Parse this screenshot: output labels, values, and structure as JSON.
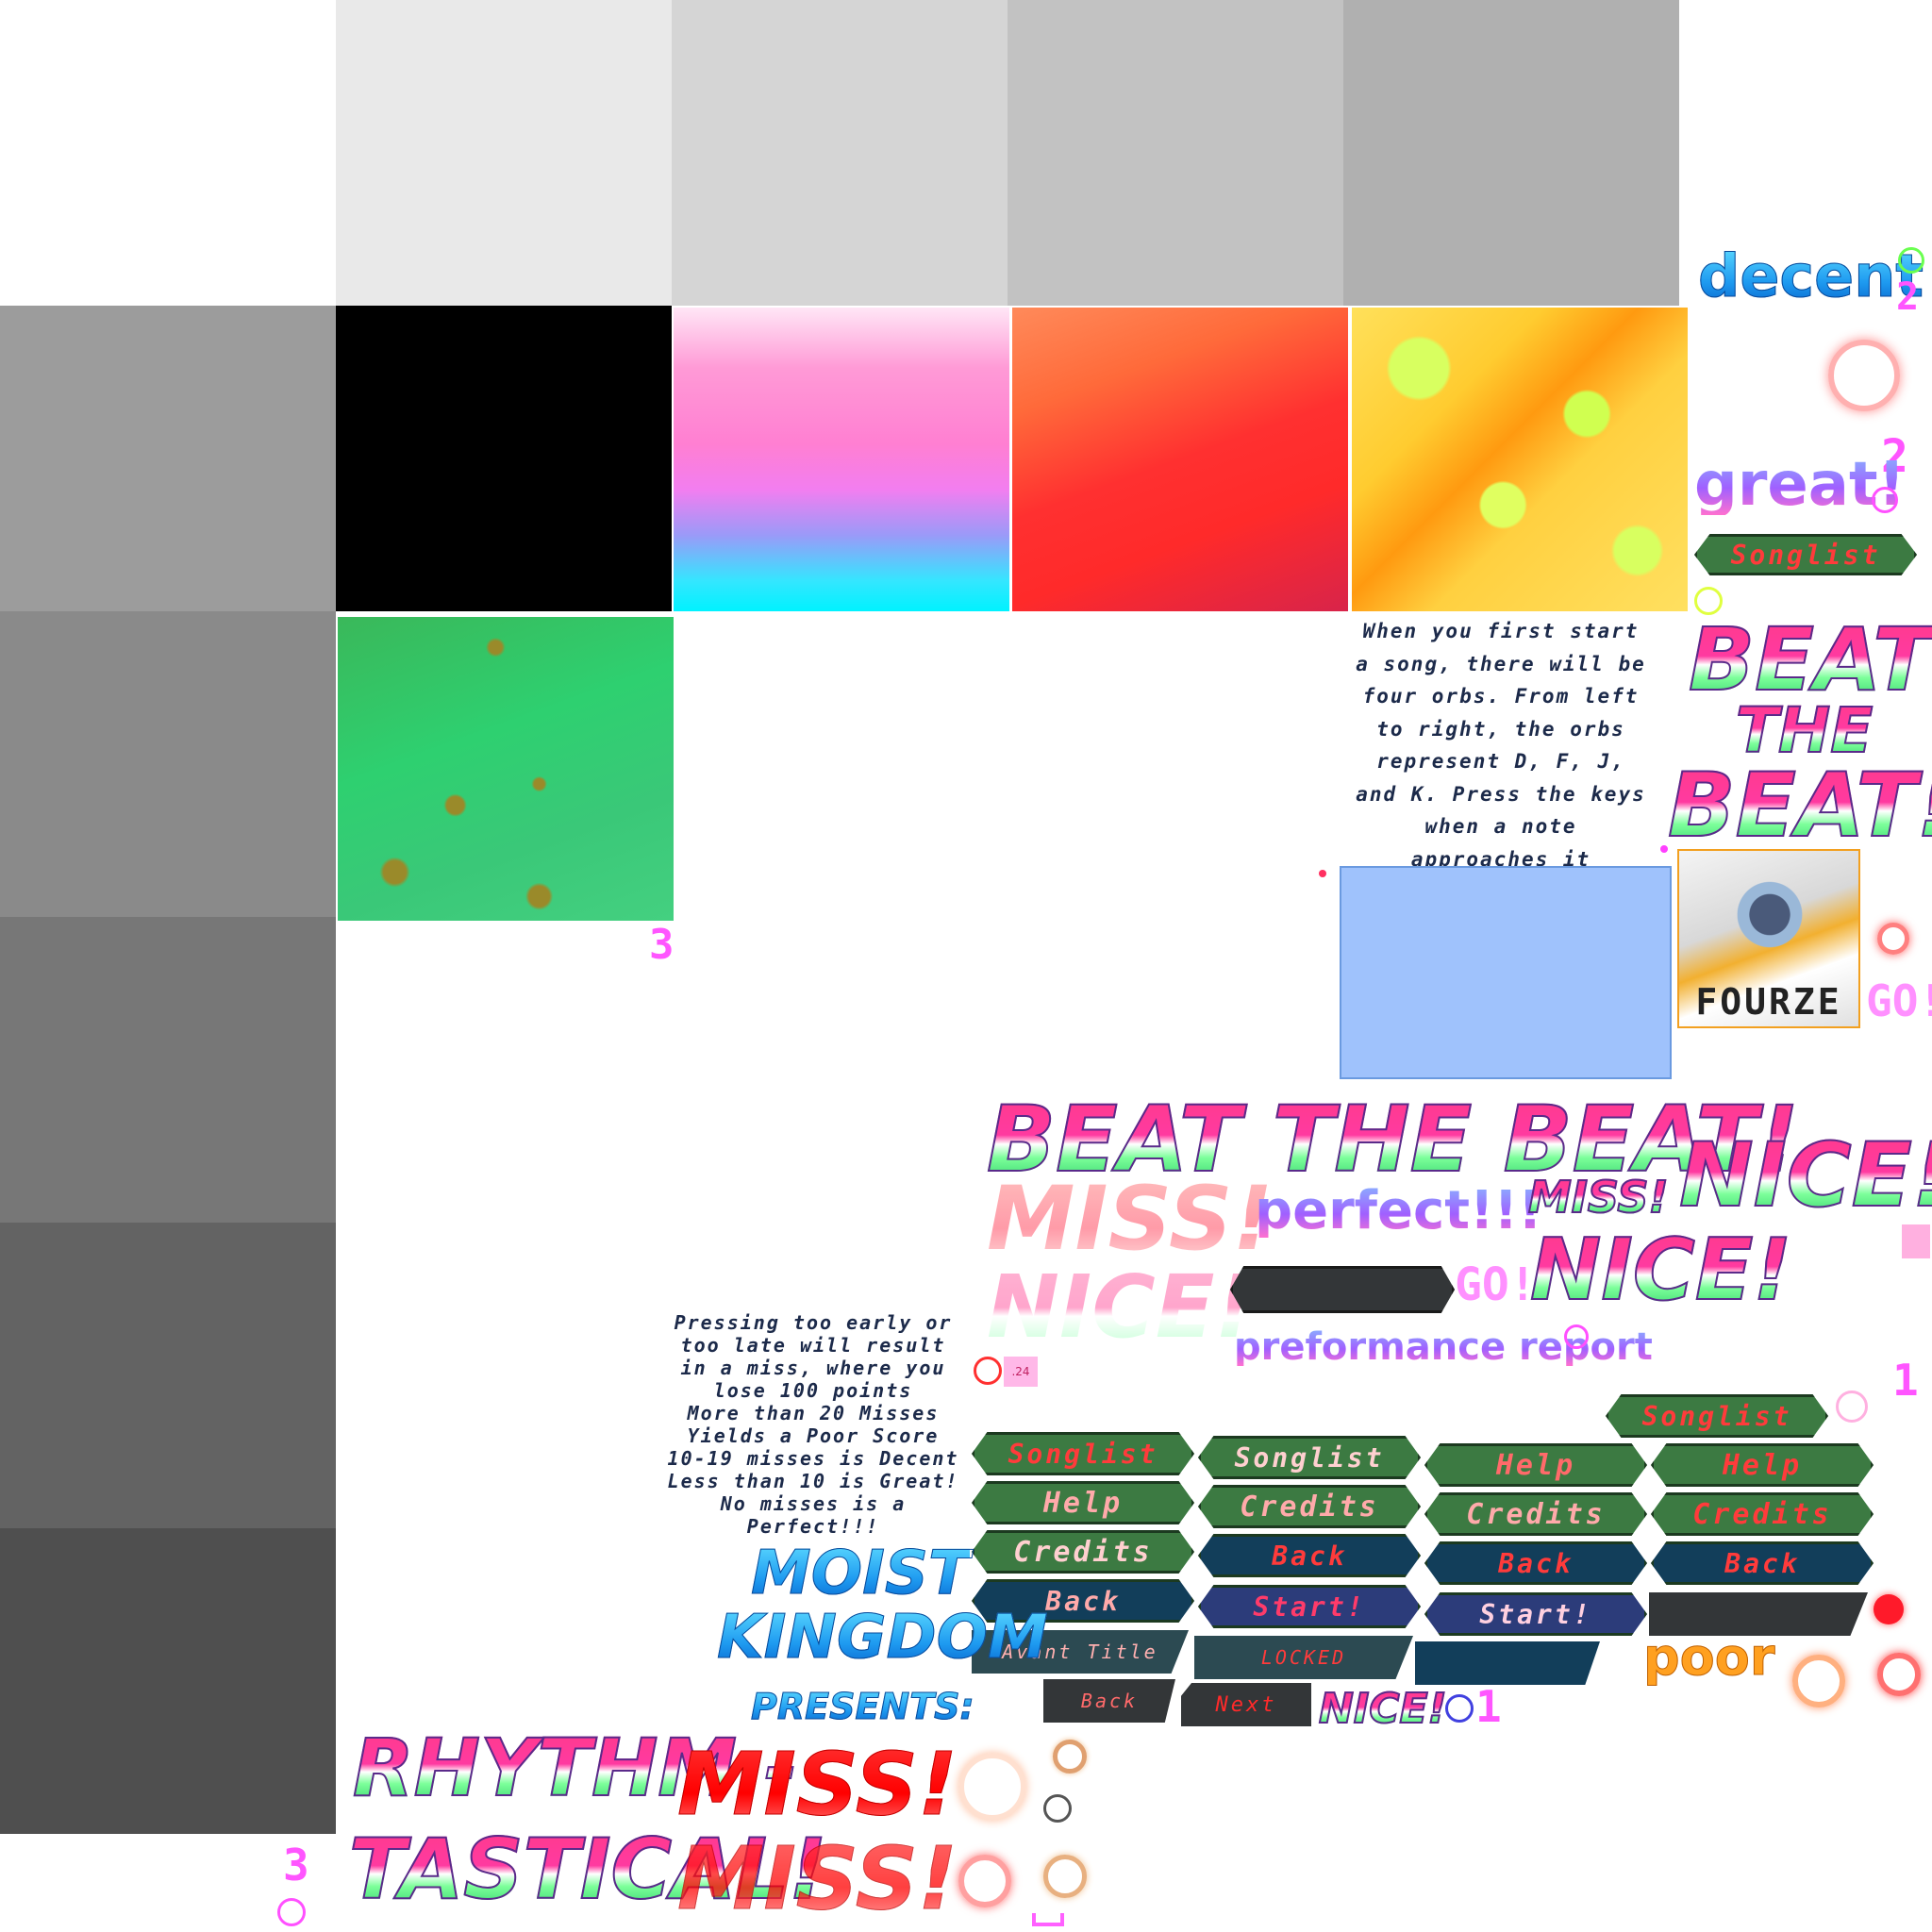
{
  "judgements": {
    "decent": "decent",
    "great": "great!",
    "perfect": "perfect!!!",
    "poor": "poor",
    "miss": "MISS!",
    "nice": "NICE!",
    "go": "GO!"
  },
  "titles": {
    "beat_the_beat": "BEAT THE BEAT!",
    "beat_stack": [
      "BEAT",
      "THE",
      "BEAT!"
    ],
    "moist": "MOIST",
    "kingdom": "KINGDOM",
    "presents": "PRESENTS:",
    "rhythm": "RHYTHM -",
    "tastical": "TASTICAL!",
    "performance_report": "preformance report"
  },
  "song_card": {
    "label": "FOURZE"
  },
  "tutorial_1": [
    "When you first start",
    "a song, there will be",
    "four orbs. From left",
    "to right, the orbs",
    "represent D, F, J,",
    "and K. Press the keys",
    "when a note",
    "approaches it"
  ],
  "tutorial_2": [
    "Pressing too early or",
    "too late will result",
    "in a miss, where you",
    "lose 100 points",
    "More than 20 Misses",
    "Yields a Poor Score",
    "10-19 misses is Decent",
    "Less than 10 is Great!",
    "No misses is a",
    "Perfect!!!"
  ],
  "buttons": {
    "songlist": "Songlist",
    "help": "Help",
    "credits": "Credits",
    "back": "Back",
    "start": "Start!",
    "avant_title": "Avant Title",
    "locked": "LOCKED",
    "next": "Next"
  },
  "labels": {
    "small_024": ".24",
    "num_1": "1",
    "num_2": "2",
    "num_3": "3"
  },
  "colors": {
    "button_green": "#3c7a42",
    "button_navy": "#123e5a",
    "button_indigo": "#2c3c7a",
    "button_text_red": "#ff3b3b",
    "panel_blue": "#9fc2fc"
  }
}
